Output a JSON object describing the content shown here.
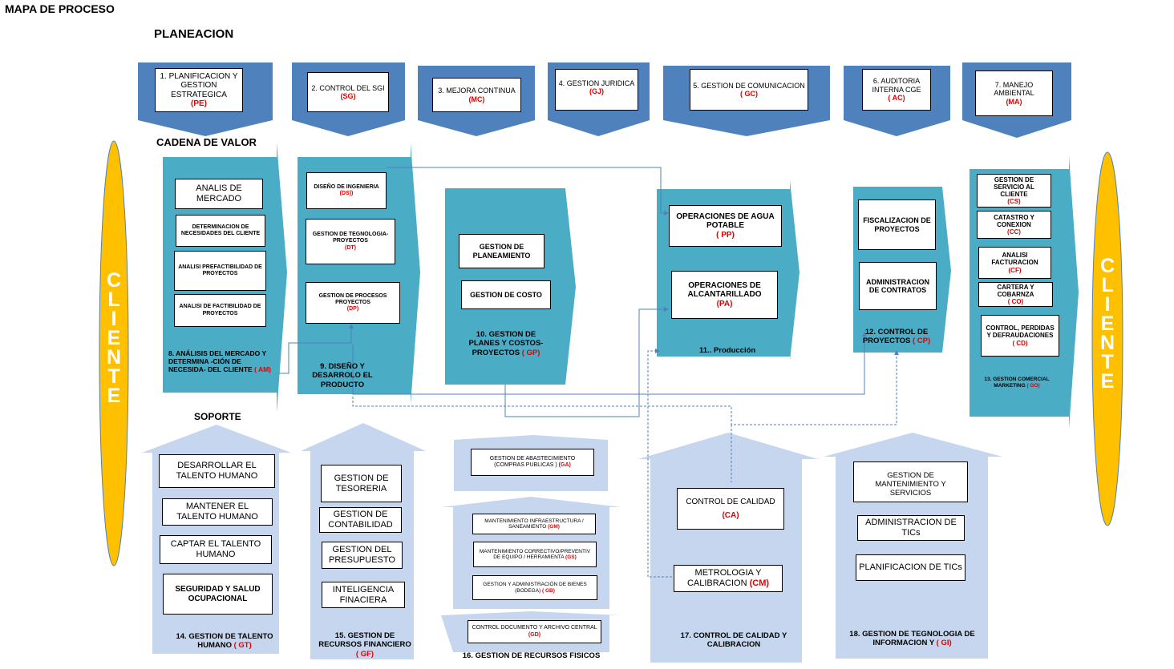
{
  "title": "MAPA DE PROCESO",
  "sections": {
    "planeacion": "PLANEACION",
    "cadena": "CADENA DE VALOR",
    "soporte": "SOPORTE"
  },
  "cliente": [
    "C",
    "L",
    "I",
    "E",
    "N",
    "T",
    "E"
  ],
  "planning": [
    {
      "label": "1. PLANIFICACION Y GESTION ESTRATEGICA",
      "code": "(PE)"
    },
    {
      "label": "2. CONTROL DEL SGI",
      "code": "(SG)"
    },
    {
      "label": "3. MEJORA CONTINUA",
      "code": "(MC)"
    },
    {
      "label": "4. GESTION JURIDICA",
      "code": "(GJ)"
    },
    {
      "label": "5. GESTION  DE COMUNICACION",
      "code": "( GC)"
    },
    {
      "label": "6. AUDITORIA INTERNA CGE",
      "code": "( AC)"
    },
    {
      "label": "7. MANEJO AMBIENTAL",
      "code": "(MA)"
    }
  ],
  "p8": {
    "items": [
      "ANALIS DE MERCADO",
      "DETERMINACION DE NECESIDADES DEL CLIENTE",
      "ANALISI PREFACTIBILIDAD DE PROYECTOS",
      "ANALISI DE FACTIBILIDAD DE PROYECTOS"
    ],
    "label": "8. ANÁLISIS DEL MERCADO Y DETERMINA -CIÓN  DE NECESIDA- DEL CLIENTE",
    "code": "( AM)"
  },
  "p9": {
    "items": [
      {
        "label": "DISEÑO DE INGENIERIA",
        "code": "(DS))"
      },
      {
        "label": "GESTION DE TEGNOLOGIA-PROYECTOS",
        "code": "(DT)"
      },
      {
        "label": "GESTION  DE PROCESOS PROYECTOS",
        "code": "(DP)"
      }
    ],
    "label": "9. DISEÑO Y DESARROLO EL PRODUCTO"
  },
  "p10": {
    "items": [
      "GESTION DE PLANEAMIENTO",
      "GESTION DE COSTO"
    ],
    "label": "10.  GESTION DE PLANES Y COSTOS-PROYECTOS",
    "code": "( GP)"
  },
  "p11": {
    "items": [
      {
        "label": "OPERACIONES DE AGUA POTABLE",
        "code": "( PP)"
      },
      {
        "label": "OPERACIONES DE ALCANTARILLADO",
        "code": "(PA)"
      }
    ],
    "label": "11.. Producción"
  },
  "p12": {
    "items": [
      "FISCALIZACION DE PROYECTOS",
      "ADMINISTRACION DE CONTRATOS"
    ],
    "label": "12. CONTROL DE PROYECTOS",
    "code": "( CP)"
  },
  "p13": {
    "items": [
      {
        "label": "GESTION  DE SERVICIO AL CLIENTE",
        "code": "(CS)"
      },
      {
        "label": "CATASTRO Y CONEXION",
        "code": "(CC)"
      },
      {
        "label": "ANALISI FACTURACION",
        "code": "(CF)"
      },
      {
        "label": "CARTERA Y COBARNZA",
        "code": "( CO)"
      },
      {
        "label": "CONTROL, PERDIDAS Y DEFRAUDACIONES",
        "code": "( CD)"
      }
    ],
    "label": "13. GESTION COMERCIAL MARKETING",
    "code": "( GO)"
  },
  "p14": {
    "items": [
      "DESARROLLAR EL TALENTO HUMANO",
      "MANTENER EL TALENTO HUMANO",
      "CAPTAR EL TALENTO HUMANO",
      "SEGURIDAD Y SALUD OCUPACIONAL"
    ],
    "label": "14. GESTION DE TALENTO HUMANO",
    "code": "( GT)"
  },
  "p15": {
    "items": [
      "GESTION DE TESORERIA",
      "GESTION DE CONTABILIDAD",
      "GESTION DEL PRESUPUESTO",
      "INTELIGENCIA FINACIERA"
    ],
    "label": "15. GESTION DE RECURSOS FINANCIERO",
    "code": "( GF)"
  },
  "p16": {
    "items": [
      {
        "label": "GESTION DE ABASTECIMIENTO (COMPRAS PUBLICAS )",
        "code": "(GA)"
      },
      {
        "label": "MANTENIMIENTO INFRAESTRUCTURA / SANEAMIENTO",
        "code": "(GM)"
      },
      {
        "label": "MANTENIMIENTO CORRECTIVO/PREVENTIV DE EQUIPO / HERRAMIENTA",
        "code": "(GS)"
      },
      {
        "label": "GESTION Y ADMINISTRACIÓN DE BIENES (BODEGA)",
        "code": "( GB)"
      },
      {
        "label": "CONTROL DOCUMENTO Y ARCHIVO CENTRAL",
        "code": "(GD)"
      }
    ],
    "label": "16. GESTION DE RECURSOS FISICOS"
  },
  "p17": {
    "items": [
      {
        "label": "CONTROL DE CALIDAD",
        "code": "(CA)"
      },
      {
        "label": "METROLOGIA Y CALIBRACION",
        "code": "(CM)"
      }
    ],
    "label": "17. CONTROL DE CALIDAD Y CALIBRACION"
  },
  "p18": {
    "items": [
      "GESTION DE MANTENIMIENTO Y SERVICIOS",
      "ADMINISTRACION DE TICs",
      "PLANIFICACION DE TICs"
    ],
    "label": "18. GESTION DE TEGNOLOGIA DE INFORMACION Y",
    "code": "( GI)"
  },
  "colors": {
    "planning": "#4f81bd",
    "value": "#4bacc6",
    "support": "#c5d6ee",
    "cliente": "#ffc000",
    "connector": "#4f81bd",
    "code": "#e00000"
  }
}
